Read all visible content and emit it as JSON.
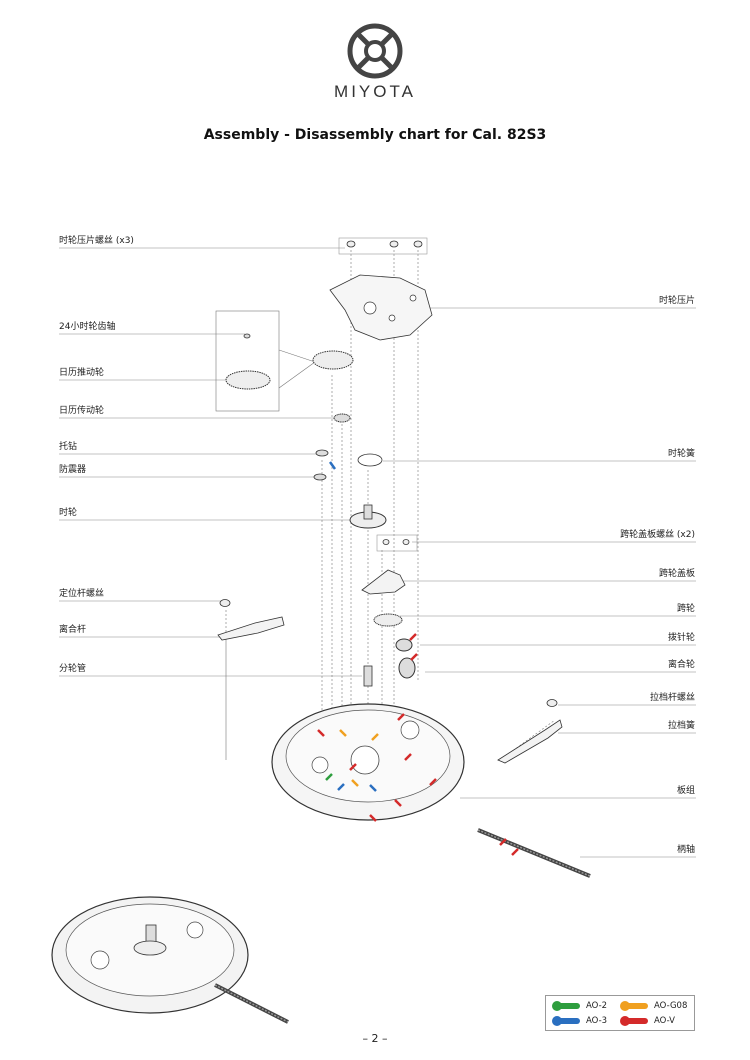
{
  "brand": {
    "name": "MIYOTA",
    "logo": "miyota-x-circle-logo"
  },
  "title": "Assembly - Disassembly chart for Cal. 82S3",
  "labels_left": [
    "时轮压片螺丝 (x3)",
    "24小时轮齿轴",
    "日历推动轮",
    "日历传动轮",
    "托钻",
    "防震器",
    "时轮",
    "定位杆螺丝",
    "离合杆",
    "分轮管"
  ],
  "labels_right": [
    "时轮压片",
    "时轮簧",
    "跨轮盖板螺丝 (x2)",
    "跨轮盖板",
    "跨轮",
    "拨针轮",
    "离合轮",
    "拉档杆螺丝",
    "拉档簧",
    "板组",
    "柄轴"
  ],
  "legend": [
    {
      "label": "AO-2",
      "color": "#2e9e3e"
    },
    {
      "label": "AO-G08",
      "color": "#f0a020"
    },
    {
      "label": "AO-3",
      "color": "#2a6fc0"
    },
    {
      "label": "AO-V",
      "color": "#d42a2a"
    }
  ],
  "page_number": "– 2 –"
}
